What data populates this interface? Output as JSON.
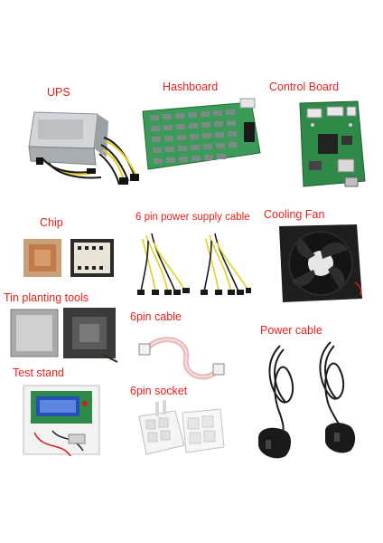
{
  "labels": {
    "ups": "UPS",
    "hashboard": "Hashboard",
    "control_board": "Control Board",
    "chip": "Chip",
    "pin6_power_cable": "6 pin power supply cable",
    "cooling_fan": "Cooling Fan",
    "tin_tools": "Tin planting tools",
    "pin6_cable": "6pin cable",
    "power_cable": "Power cable",
    "test_stand": "Test stand",
    "pin6_socket": "6pin socket"
  },
  "colors": {
    "label": "#e8201c",
    "pcb_green": "#2f8a4a",
    "psu_silver": "#b9bdc2",
    "fan_black": "#1c1c1c",
    "chip_copper": "#c98a55",
    "cable_yellow": "#e8d21e"
  }
}
